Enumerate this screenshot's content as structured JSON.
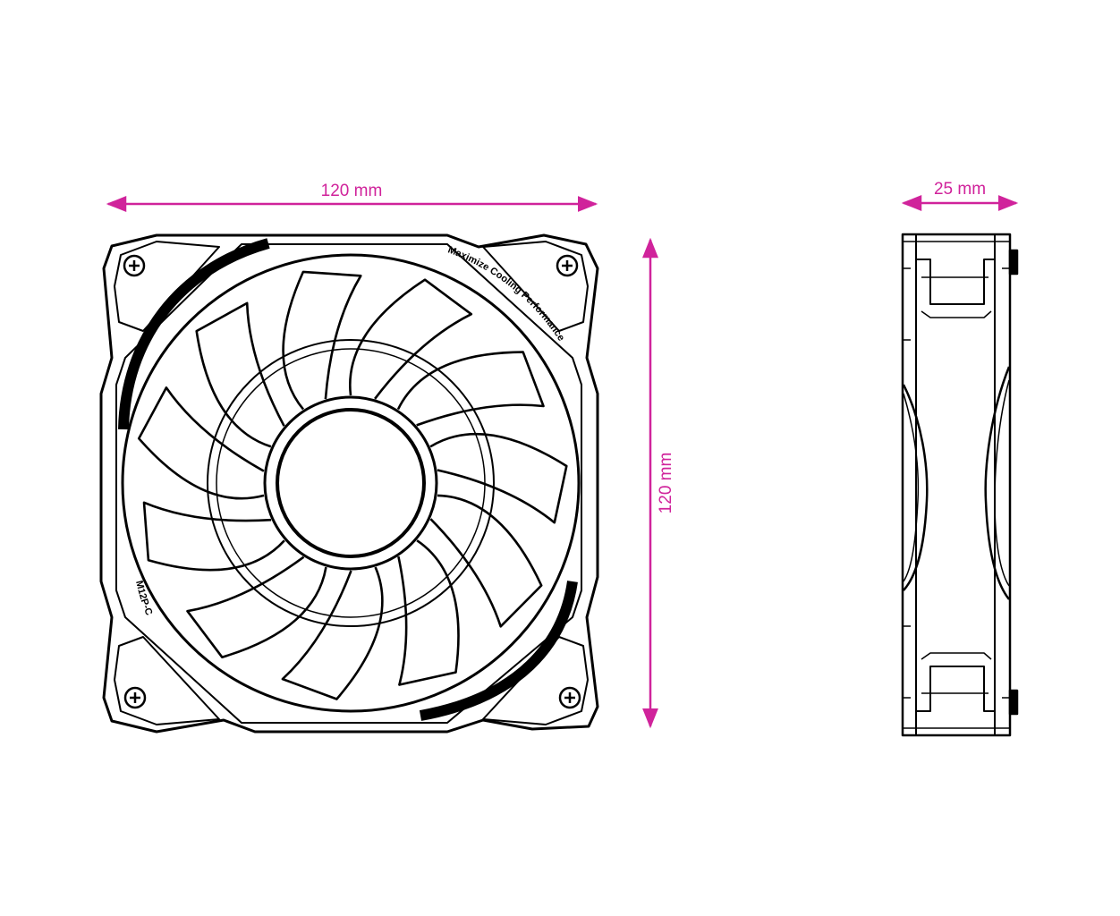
{
  "colors": {
    "dimension": "#d0239b",
    "line": "#000000",
    "background": "#ffffff"
  },
  "front_view": {
    "width_label": "120 mm",
    "height_label": "120 mm",
    "slogan": "Maximize Cooling Performance",
    "model": "M12P-C"
  },
  "side_view": {
    "depth_label": "25 mm"
  }
}
